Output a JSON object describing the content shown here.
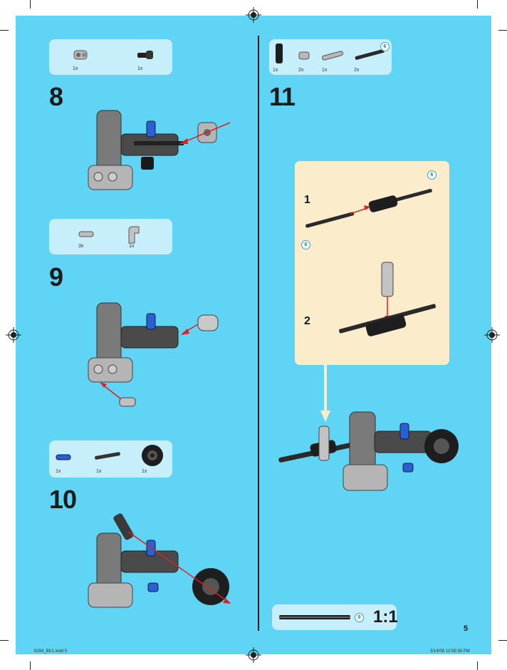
{
  "steps": {
    "s8": {
      "number": "8",
      "parts": [
        {
          "qty": "1x",
          "icon": "pin-connector-gray"
        },
        {
          "qty": "1x",
          "icon": "axle-pin-black"
        }
      ]
    },
    "s9": {
      "number": "9",
      "parts": [
        {
          "qty": "3x",
          "icon": "pin-gray"
        },
        {
          "qty": "1x",
          "icon": "elbow-connector-gray"
        }
      ]
    },
    "s10": {
      "number": "10",
      "parts": [
        {
          "qty": "1x",
          "icon": "axle-pin-blue"
        },
        {
          "qty": "1x",
          "icon": "axle-black"
        },
        {
          "qty": "1x",
          "icon": "wheel-hub-black"
        }
      ]
    },
    "s11": {
      "number": "11",
      "parts": [
        {
          "qty": "1x",
          "icon": "axle-joiner-black"
        },
        {
          "qty": "2x",
          "icon": "bush-gray"
        },
        {
          "qty": "1x",
          "icon": "pin-long-gray"
        },
        {
          "qty": "2x",
          "icon": "axle-6-black"
        }
      ],
      "axle_length": "6"
    },
    "sub": {
      "step1": "1",
      "step2": "2",
      "axle_length_a": "6",
      "axle_length_b": "6"
    }
  },
  "scale": {
    "label": "1:1",
    "length": "8"
  },
  "page_number": "5",
  "slug": {
    "file": "8294_BK1.indd   5",
    "timestamp": "3/14/08   12:58:36 PM"
  },
  "colors": {
    "background": "#5fd4f4",
    "panel": "#c6eefb",
    "subassembly": "#fbeccc",
    "arrow": "#e02020"
  }
}
